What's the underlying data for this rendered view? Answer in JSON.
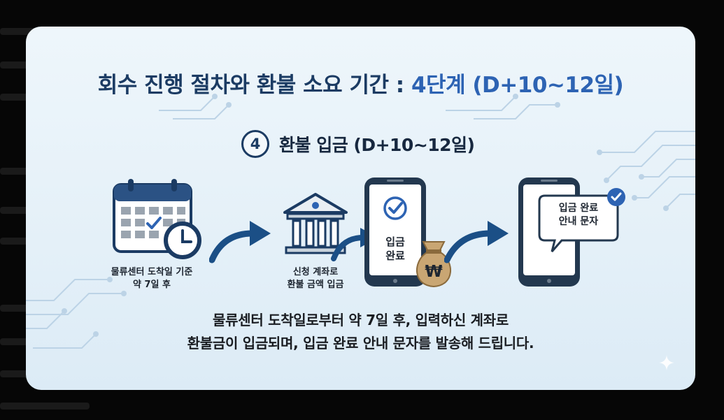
{
  "title": {
    "main": "회수 진행 절차와 환불 소요 기간 : ",
    "accent": "4단계 (D+10~12일)"
  },
  "step": {
    "number": "4",
    "title": "환불 입금 (D+10~12일)"
  },
  "items": [
    {
      "icon": "calendar-clock-icon",
      "lines": [
        "물류센터 도착일 기준",
        "약 7일 후"
      ]
    },
    {
      "icon": "bank-icon",
      "lines": [
        "신청 계좌로",
        "환불 금액 입금"
      ]
    },
    {
      "icon": "phone-check-icon",
      "lines": [
        "입금",
        "완료"
      ],
      "bag_symbol": "₩"
    },
    {
      "icon": "phone-message-icon",
      "lines": [
        "입금 완료",
        "안내 문자"
      ]
    }
  ],
  "description": [
    "물류센터 도착일로부터 약 7일 후, 입력하신 계좌로",
    "환불금이 입금되며, 입금 완료 안내 문자를 발송해 드립니다."
  ],
  "colors": {
    "navy": "#1b3b63",
    "accent_blue": "#2d63b3",
    "card_bg": "#eaf4fa",
    "bag": "#c9a673"
  }
}
